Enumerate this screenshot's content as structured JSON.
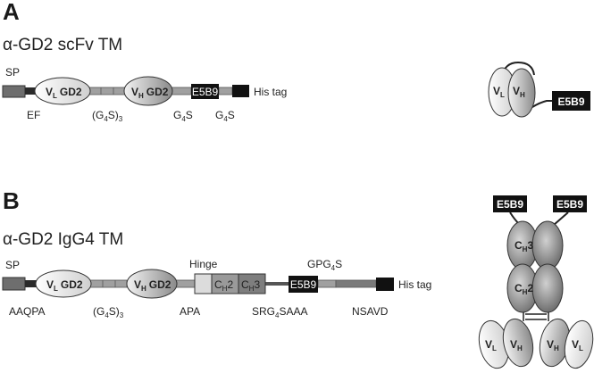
{
  "panel_a": {
    "letter": "A",
    "title": "α-GD2 scFv TM",
    "construct": {
      "sp": "SP",
      "ef": "EF",
      "vl_domain": {
        "v": "V",
        "sub": "L",
        "name": "GD2"
      },
      "linker": {
        "main": "(G",
        "sub": "4",
        "mid": "S)",
        "tail": "3"
      },
      "vh_domain": {
        "v": "V",
        "sub": "H",
        "name": "GD2"
      },
      "e5b9": "E5B9",
      "g4s_1": {
        "main": "G",
        "sub": "4",
        "tail": "S"
      },
      "g4s_2": {
        "main": "G",
        "sub": "4",
        "tail": "S"
      },
      "his_tag": "His tag"
    },
    "schematic": {
      "vl": {
        "v": "V",
        "sub": "L"
      },
      "vh": {
        "v": "V",
        "sub": "H"
      },
      "e5b9": "E5B9"
    }
  },
  "panel_b": {
    "letter": "B",
    "title": "α-GD2 IgG4 TM",
    "construct": {
      "sp": "SP",
      "aaqpa": "AAQPA",
      "vl_domain": {
        "v": "V",
        "sub": "L",
        "name": "GD2"
      },
      "linker": {
        "main": "(G",
        "sub": "4",
        "mid": "S)",
        "tail": "3"
      },
      "vh_domain": {
        "v": "V",
        "sub": "H",
        "name": "GD2"
      },
      "apa": "APA",
      "hinge": "Hinge",
      "ch2": {
        "main": "C",
        "sub": "H",
        "tail": "2"
      },
      "ch3": {
        "main": "C",
        "sub": "H",
        "tail": "3"
      },
      "e5b9": "E5B9",
      "gpg4s": {
        "main": "GPG",
        "sub": "4",
        "tail": "S"
      },
      "srg4saaa": {
        "main": "SRG",
        "sub": "4",
        "tail": "SAAA"
      },
      "nsavd": "NSAVD",
      "his_tag": "His tag"
    },
    "schematic": {
      "e5b9_left": "E5B9",
      "e5b9_right": "E5B9",
      "ch3": {
        "main": "C",
        "sub": "H",
        "tail": "3"
      },
      "ch2": {
        "main": "C",
        "sub": "H",
        "tail": "2"
      },
      "vl_left": {
        "v": "V",
        "sub": "L"
      },
      "vh_left": {
        "v": "V",
        "sub": "H"
      },
      "vh_right": {
        "v": "V",
        "sub": "H"
      },
      "vl_right": {
        "v": "V",
        "sub": "L"
      }
    }
  },
  "colors": {
    "black_box": "#111111",
    "dark_gray": "#6e6e6e",
    "mid_gray": "#9a9a9a",
    "light_gray": "#d6d6d6",
    "outline": "#333333"
  }
}
